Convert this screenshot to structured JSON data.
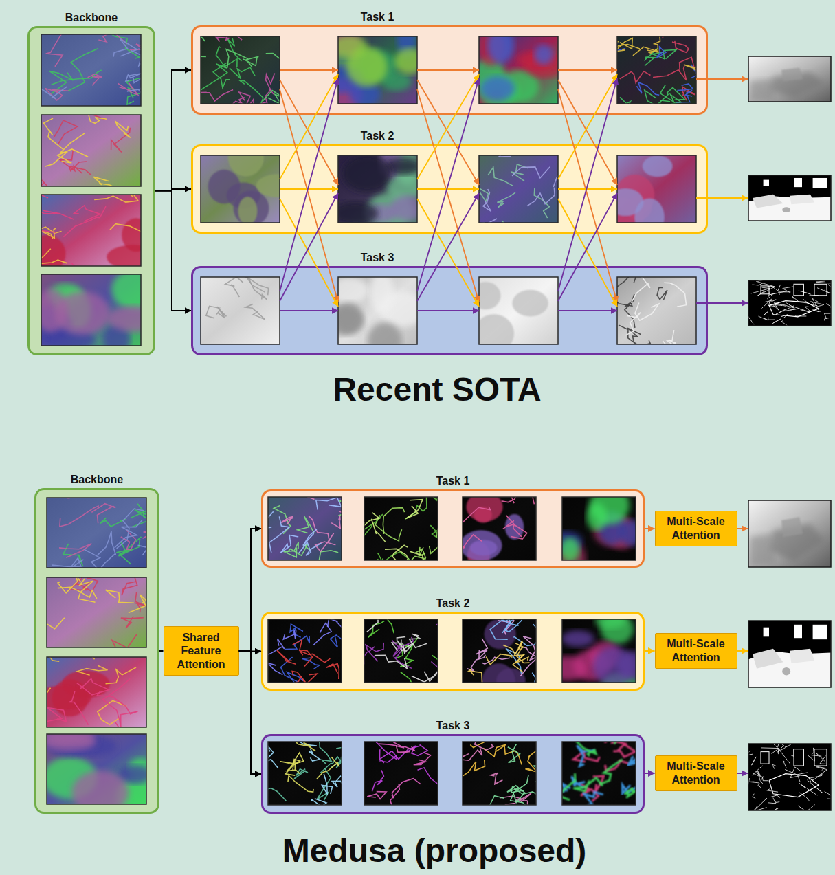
{
  "diagram": {
    "nodes": [
      {
        "text": [
          "Backbone"
        ]
      },
      {
        "text": [
          "Task 1"
        ]
      },
      {
        "text": [
          "Task 2"
        ]
      },
      {
        "text": [
          "Task 3"
        ]
      },
      {
        "text": [
          "Backbone"
        ]
      },
      {
        "text": [
          "Shared Feature Attention"
        ]
      },
      {
        "text": [
          "Task 1"
        ]
      },
      {
        "text": [
          "Multi-Scale Attention"
        ]
      },
      {
        "text": [
          "Task 2"
        ]
      },
      {
        "text": [
          "Multi-Scale Attention"
        ]
      },
      {
        "text": [
          "Task 3"
        ]
      },
      {
        "text": [
          "Multi-Scale Attention"
        ]
      }
    ],
    "edges": [
      {
        "from": 0,
        "to": 1,
        "arrow": "to"
      },
      {
        "from": 0,
        "to": 2,
        "arrow": "to"
      },
      {
        "from": 0,
        "to": 3,
        "arrow": "to"
      },
      {
        "from": 4,
        "to": 5,
        "arrow": "none"
      },
      {
        "from": 5,
        "to": 6,
        "arrow": "to"
      },
      {
        "from": 5,
        "to": 8,
        "arrow": "to"
      },
      {
        "from": 5,
        "to": 10,
        "arrow": "to"
      },
      {
        "from": 6,
        "to": 7,
        "arrow": "to"
      },
      {
        "from": 8,
        "to": 9,
        "arrow": "to"
      },
      {
        "from": 10,
        "to": 11,
        "arrow": "to"
      }
    ],
    "labels": [
      "Recent SOTA",
      "Medusa (proposed)"
    ]
  }
}
